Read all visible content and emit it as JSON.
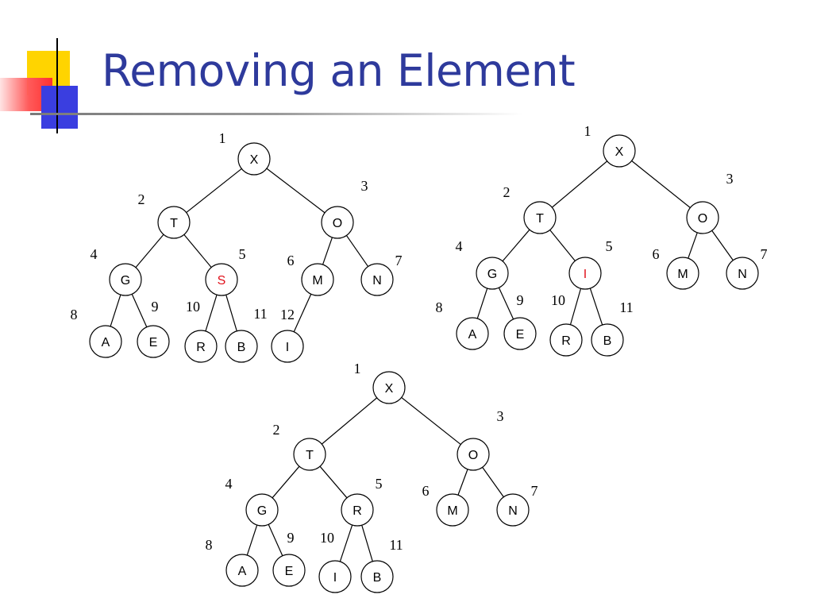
{
  "slide": {
    "title": "Removing an Element"
  },
  "colors": {
    "title": "#2e3a9c",
    "highlight": "#e0101a",
    "node_stroke": "#000000",
    "node_fill": "#ffffff",
    "edge": "#000000"
  },
  "trees": [
    {
      "id": "tree-before",
      "nodes": [
        {
          "index": "1",
          "label": "X"
        },
        {
          "index": "2",
          "label": "T"
        },
        {
          "index": "3",
          "label": "O"
        },
        {
          "index": "4",
          "label": "G"
        },
        {
          "index": "5",
          "label": "S",
          "highlight": true
        },
        {
          "index": "6",
          "label": "M"
        },
        {
          "index": "7",
          "label": "N"
        },
        {
          "index": "8",
          "label": "A"
        },
        {
          "index": "9",
          "label": "E"
        },
        {
          "index": "10",
          "label": "R"
        },
        {
          "index": "11",
          "label": "B"
        },
        {
          "index": "12",
          "label": "I"
        }
      ],
      "edges": [
        [
          "X",
          "T"
        ],
        [
          "X",
          "O"
        ],
        [
          "T",
          "G"
        ],
        [
          "T",
          "S"
        ],
        [
          "O",
          "M"
        ],
        [
          "O",
          "N"
        ],
        [
          "G",
          "A"
        ],
        [
          "G",
          "E"
        ],
        [
          "S",
          "R"
        ],
        [
          "S",
          "B"
        ],
        [
          "M",
          "I"
        ]
      ]
    },
    {
      "id": "tree-moved",
      "nodes": [
        {
          "index": "1",
          "label": "X"
        },
        {
          "index": "2",
          "label": "T"
        },
        {
          "index": "3",
          "label": "O"
        },
        {
          "index": "4",
          "label": "G"
        },
        {
          "index": "5",
          "label": "I",
          "highlight": true
        },
        {
          "index": "6",
          "label": "M"
        },
        {
          "index": "7",
          "label": "N"
        },
        {
          "index": "8",
          "label": "A"
        },
        {
          "index": "9",
          "label": "E"
        },
        {
          "index": "10",
          "label": "R"
        },
        {
          "index": "11",
          "label": "B"
        }
      ],
      "edges": [
        [
          "X",
          "T"
        ],
        [
          "X",
          "O"
        ],
        [
          "T",
          "G"
        ],
        [
          "T",
          "I"
        ],
        [
          "O",
          "M"
        ],
        [
          "O",
          "N"
        ],
        [
          "G",
          "A"
        ],
        [
          "G",
          "E"
        ],
        [
          "I",
          "R"
        ],
        [
          "I",
          "B"
        ]
      ]
    },
    {
      "id": "tree-after",
      "nodes": [
        {
          "index": "1",
          "label": "X"
        },
        {
          "index": "2",
          "label": "T"
        },
        {
          "index": "3",
          "label": "O"
        },
        {
          "index": "4",
          "label": "G"
        },
        {
          "index": "5",
          "label": "R"
        },
        {
          "index": "6",
          "label": "M"
        },
        {
          "index": "7",
          "label": "N"
        },
        {
          "index": "8",
          "label": "A"
        },
        {
          "index": "9",
          "label": "E"
        },
        {
          "index": "10",
          "label": "I"
        },
        {
          "index": "11",
          "label": "B"
        }
      ],
      "edges": [
        [
          "X",
          "T"
        ],
        [
          "X",
          "O"
        ],
        [
          "T",
          "G"
        ],
        [
          "T",
          "R"
        ],
        [
          "O",
          "M"
        ],
        [
          "O",
          "N"
        ],
        [
          "G",
          "A"
        ],
        [
          "G",
          "E"
        ],
        [
          "R",
          "I"
        ],
        [
          "R",
          "B"
        ]
      ]
    }
  ]
}
